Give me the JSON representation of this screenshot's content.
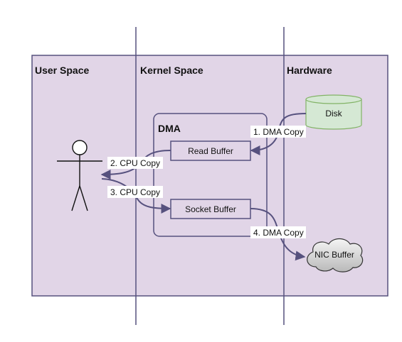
{
  "lanes": [
    {
      "id": "user",
      "title": "User Space"
    },
    {
      "id": "kernel",
      "title": "Kernel Space"
    },
    {
      "id": "hardware",
      "title": "Hardware"
    }
  ],
  "dma_group": {
    "title": "DMA"
  },
  "nodes": {
    "disk": "Disk",
    "read_buffer": "Read Buffer",
    "socket_buffer": "Socket Buffer",
    "nic_buffer": "NIC Buffer"
  },
  "edges": [
    {
      "id": "e1",
      "from": "disk",
      "to": "read_buffer",
      "label": "1. DMA Copy"
    },
    {
      "id": "e2",
      "from": "read_buffer",
      "to": "user",
      "label": "2. CPU Copy"
    },
    {
      "id": "e3",
      "from": "user",
      "to": "socket_buffer",
      "label": "3. CPU Copy"
    },
    {
      "id": "e4",
      "from": "socket_buffer",
      "to": "nic_buffer",
      "label": "4. DMA Copy"
    }
  ],
  "colors": {
    "lane_fill": "#e1d5e7",
    "lane_stroke": "#56517e",
    "divider": "#56517e",
    "disk_fill": "#d5e8d4",
    "disk_stroke": "#82b366",
    "arrow": "#56517e",
    "cloud_fill": "#d0d0d0"
  }
}
